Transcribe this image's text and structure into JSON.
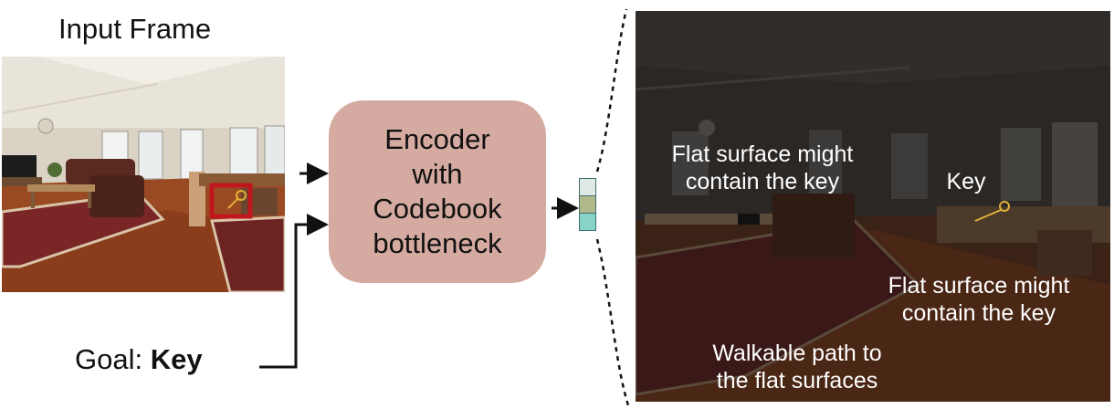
{
  "input": {
    "title": "Input Frame"
  },
  "goal": {
    "prefix": "Goal: ",
    "value": "Key"
  },
  "encoder": {
    "label": "Encoder\nwith\nCodebook\nbottleneck",
    "color": "#d5aba1"
  },
  "codebook": {
    "cell_colors": [
      "#dfeae6",
      "#b1b98a",
      "#87d3c8"
    ]
  },
  "output": {
    "annotations": {
      "flat_surface_1": "Flat surface might\ncontain the key",
      "key": "Key",
      "flat_surface_2": "Flat surface might\ncontain the key",
      "walkable_path": "Walkable path to\nthe flat surfaces"
    }
  },
  "colors": {
    "highlight_box": "#c0161d",
    "arrow": "#111111"
  }
}
